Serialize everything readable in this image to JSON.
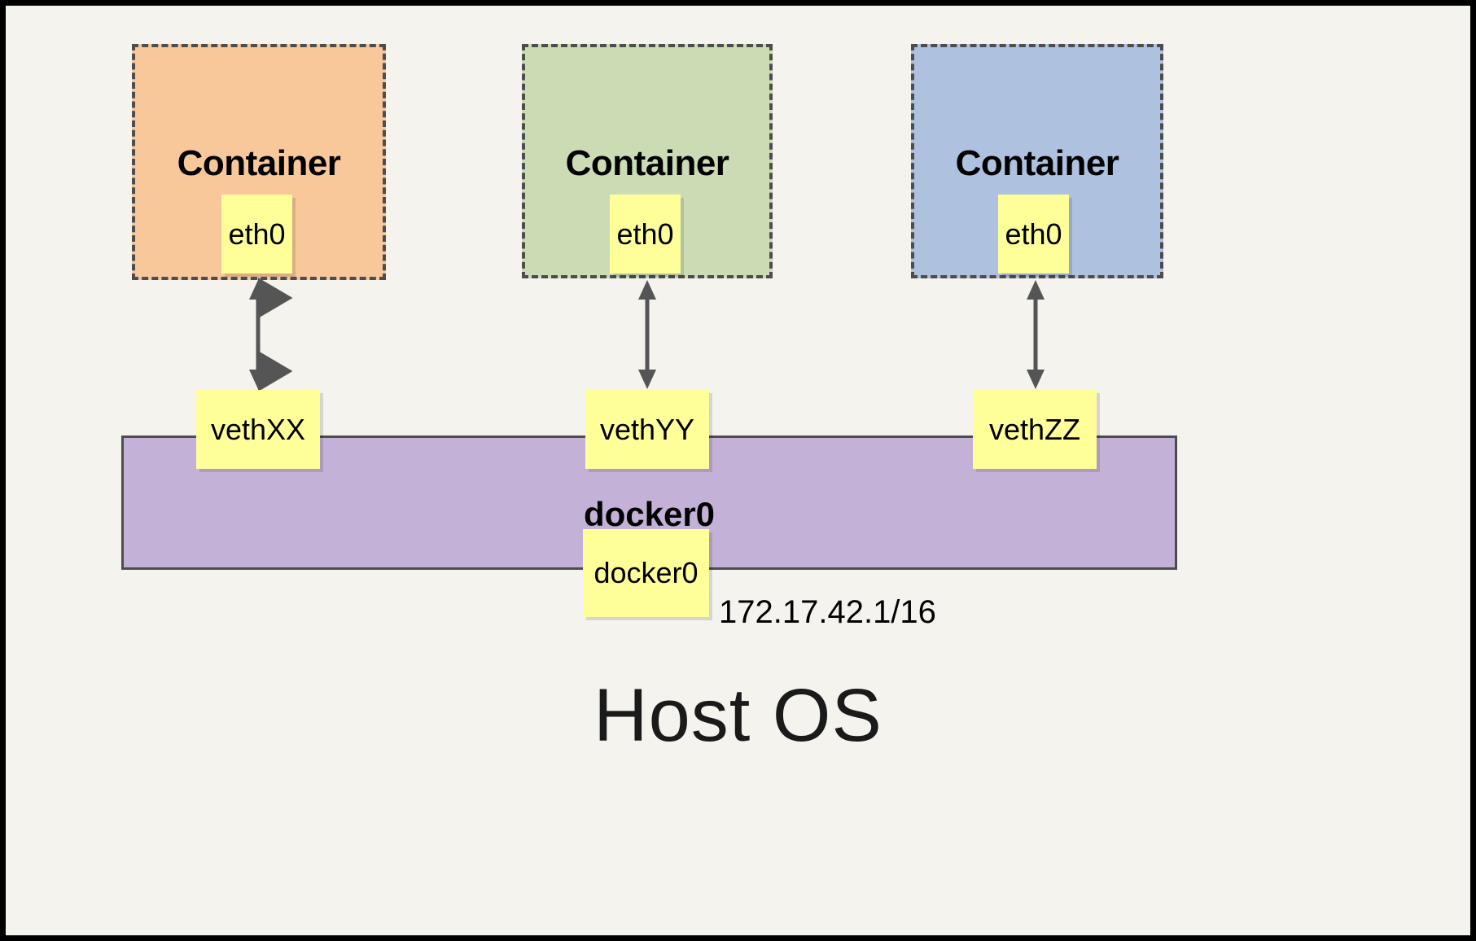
{
  "diagram": {
    "title": "Docker container networking with docker0 bridge",
    "background_color": "#f4f3ee",
    "border_color": "#000000",
    "host_label": "Host OS",
    "bridge": {
      "name": "docker0",
      "interface_label": "docker0",
      "ip_address": "172.17.42.1/16",
      "fill_color": "#c3b1d7",
      "stroke_color": "#4d4d4d"
    },
    "containers": [
      {
        "label": "Container",
        "interface_label": "eth0",
        "fill_color": "#f8c79a",
        "border_color": "#4d4d4d",
        "veth_label": "vethXX"
      },
      {
        "label": "Container",
        "interface_label": "eth0",
        "fill_color": "#cbdcb4",
        "border_color": "#4d4d4d",
        "veth_label": "vethYY"
      },
      {
        "label": "Container",
        "interface_label": "eth0",
        "fill_color": "#aec1de",
        "border_color": "#4d4d4d",
        "veth_label": "vethZZ"
      }
    ],
    "interface_box_color": "#ffff99",
    "arrow_color": "#555555"
  }
}
